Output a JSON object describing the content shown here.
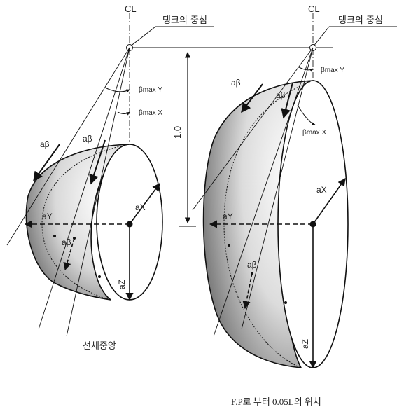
{
  "left": {
    "cl": "CL",
    "tank_center": "탱크의 중심",
    "beta_max_y": "βmax Y",
    "beta_max_x": "βmax X",
    "a_beta": "aβ",
    "a_y": "aY",
    "a_x": "aX",
    "a_z": "aZ",
    "caption": "선체중앙"
  },
  "right": {
    "cl": "CL",
    "tank_center": "탱크의 중심",
    "beta_max_y": "βmax Y",
    "beta_max_x": "βmax X",
    "a_beta": "aβ",
    "a_y": "aY",
    "a_x": "aX",
    "a_z": "aZ",
    "caption": "F.P로 부터 0.05L의 위치"
  },
  "dimension": "1.0",
  "colors": {
    "ink": "#111111",
    "shade_dark": "#6f6f6f",
    "shade_light": "#ffffff"
  }
}
